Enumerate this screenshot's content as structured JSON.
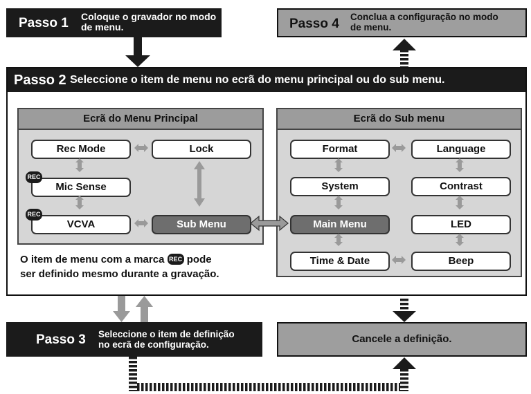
{
  "step1": {
    "num": "Passo 1",
    "text_line1": "Coloque o gravador no modo",
    "text_line2": "de menu."
  },
  "step4": {
    "num": "Passo 4",
    "text_line1": "Conclua a configuração no modo",
    "text_line2": "de menu."
  },
  "step2": {
    "num": "Passo 2",
    "text": "Seleccione o item de menu no ecrã do menu principal ou do sub menu."
  },
  "main_panel": {
    "title": "Ecrã do Menu Principal",
    "items": [
      "Rec Mode",
      "Lock",
      "Mic Sense",
      "VCVA",
      "Sub Menu"
    ],
    "rec_badge": "REC"
  },
  "sub_panel": {
    "title": "Ecrã do Sub menu",
    "items": [
      "Format",
      "Language",
      "System",
      "Contrast",
      "Main Menu",
      "LED",
      "Time & Date",
      "Beep"
    ]
  },
  "note": {
    "line1_before": "O item de menu com a marca",
    "badge": "REC",
    "line1_after": "pode",
    "line2": "ser definido mesmo durante a gravação."
  },
  "step3": {
    "num": "Passo 3",
    "text_line1": "Seleccione o item de definição",
    "text_line2": "no ecrã de configuração."
  },
  "cancel": {
    "text": "Cancele a definição."
  },
  "colors": {
    "dark": "#1b1b1b",
    "gray_box": "#9e9e9e",
    "panel": "#d6d6d6",
    "arrow": "#9a9a9a"
  }
}
